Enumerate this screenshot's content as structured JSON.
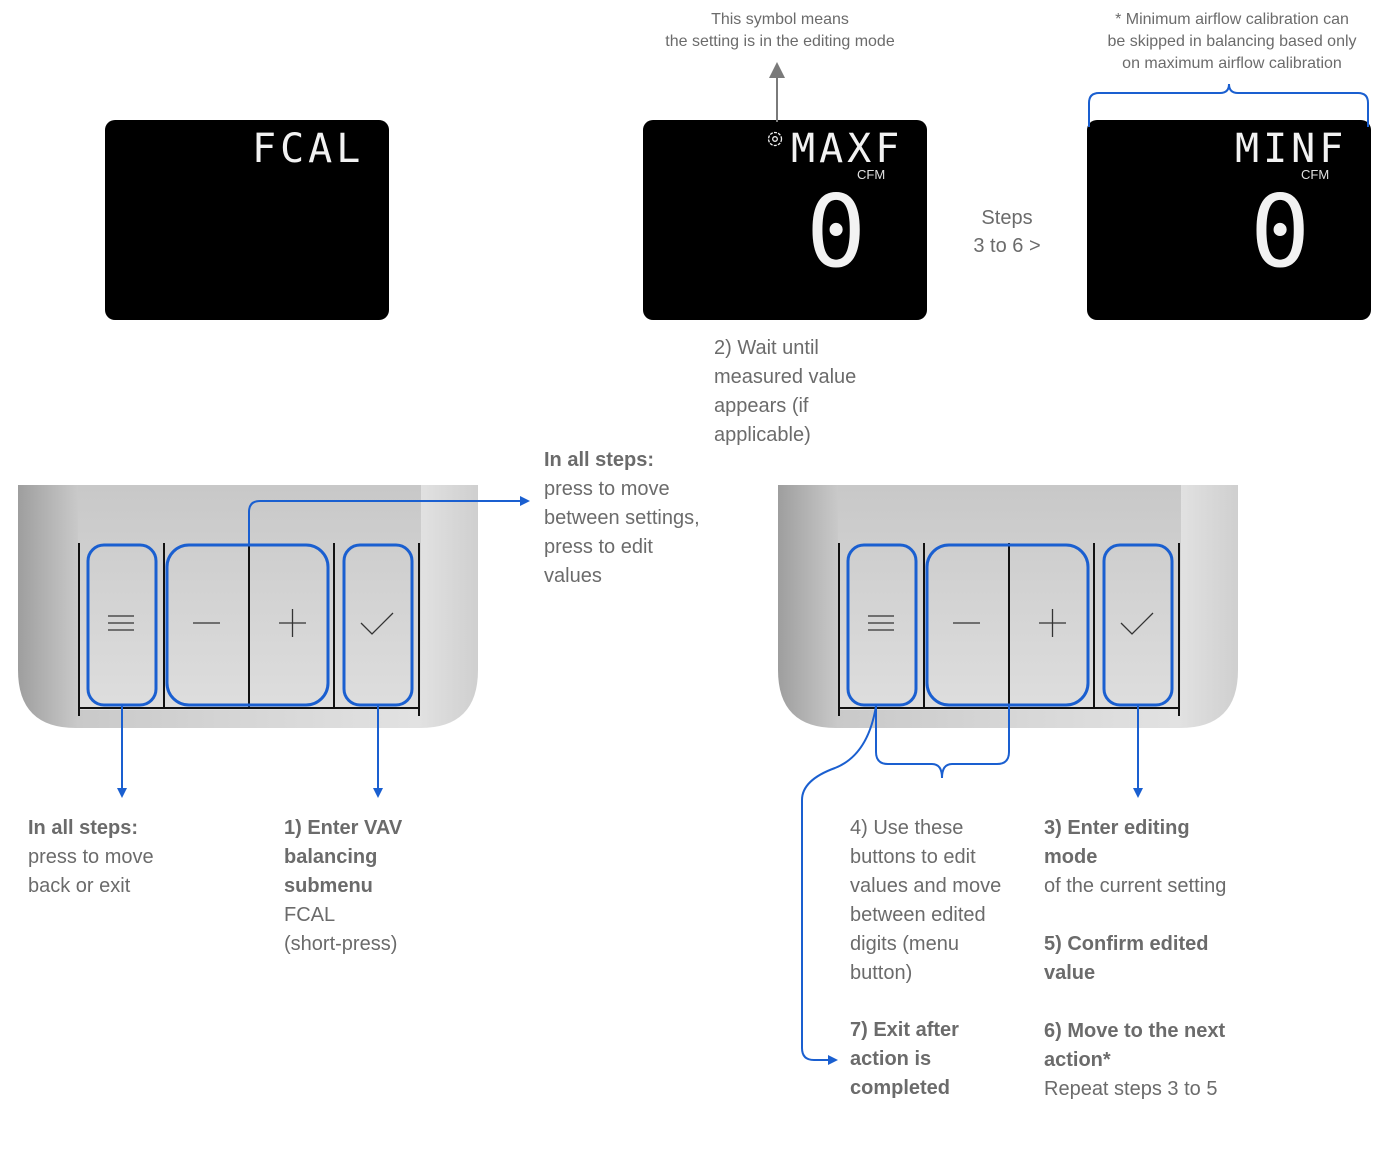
{
  "screens": {
    "fcal": {
      "top_text": "FCAL"
    },
    "maxf": {
      "edit_icon": "gear-icon",
      "top_text": "MAXF",
      "unit": "CFM",
      "value": "0"
    },
    "minf": {
      "top_text": "MINF",
      "unit": "CFM",
      "value": "0"
    }
  },
  "notes": {
    "edit_symbol": [
      "This symbol means",
      "the setting is in the editing mode"
    ],
    "min_airflow": [
      "* Minimum airflow calibration can",
      "be skipped in balancing based only",
      "on maximum airflow calibration"
    ],
    "steps_between": [
      "Steps",
      "3 to 6 >"
    ],
    "wait": [
      "2) Wait until",
      "measured value",
      "appears (if",
      "applicable)"
    ]
  },
  "left_panel": {
    "buttons": [
      {
        "name": "menu",
        "icon": "menu-icon",
        "glyph": "≡"
      },
      {
        "name": "minus",
        "icon": "minus-icon",
        "glyph": "—"
      },
      {
        "name": "plus",
        "icon": "plus-icon",
        "glyph": "+"
      },
      {
        "name": "confirm",
        "icon": "check-icon",
        "glyph": "✓"
      }
    ],
    "arrow_label": {
      "title": "In all steps:",
      "lines": [
        "press to move",
        "between settings,",
        "press to edit",
        "values"
      ]
    },
    "menu_label": {
      "title": "In all steps:",
      "lines": [
        "press to move",
        "back or exit"
      ]
    },
    "confirm_label": {
      "title_lines": [
        "1) Enter VAV",
        "balancing",
        "submenu"
      ],
      "lines": [
        "FCAL",
        "(short-press)"
      ]
    }
  },
  "right_panel": {
    "edit_label": [
      "4) Use these",
      "buttons to edit",
      "values and move",
      "between edited",
      "digits (menu",
      "button)"
    ],
    "exit_label": [
      "7) Exit after",
      "action is",
      "completed"
    ],
    "step3_title": [
      "3) Enter editing",
      "mode"
    ],
    "step3_text": "of the current setting",
    "step5_title": [
      "5) Confirm edited",
      "value"
    ],
    "step6_title": [
      "6) Move to the next",
      "action*"
    ],
    "step6_text": "Repeat steps 3 to 5"
  },
  "colors": {
    "accent": "#1a5fd0",
    "text": "#6b6b6b",
    "screen": "#000000",
    "arrow_gray": "#7a7a7a"
  }
}
